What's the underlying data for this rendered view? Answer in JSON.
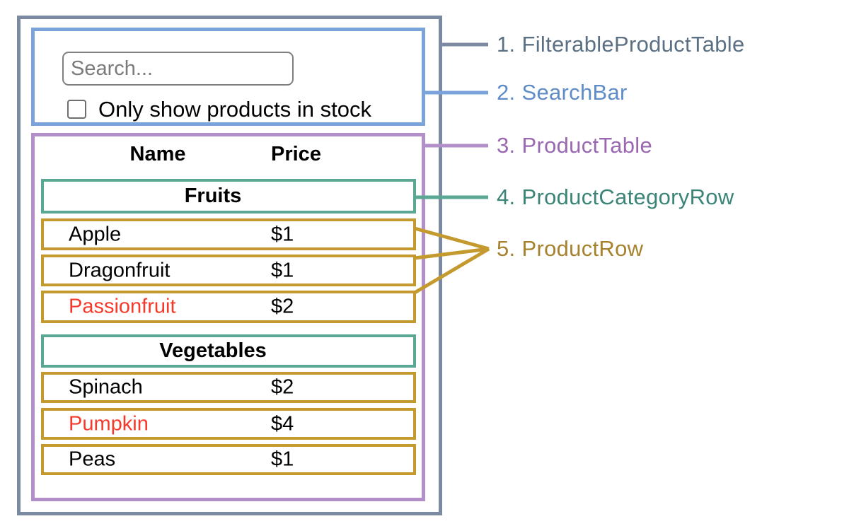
{
  "colors": {
    "filterable_product_table": "#7b8aa1",
    "search_bar": "#79a3d9",
    "product_table": "#b38fc9",
    "product_category_row": "#5aa794",
    "product_row": "#c49a2f",
    "legend_text": {
      "filterable_product_table": "#5c7084",
      "search_bar": "#5e8cc9",
      "product_table": "#9a67b1",
      "product_category_row": "#3a8577",
      "product_row": "#a6822d"
    },
    "out_of_stock_text": "#f5392a",
    "in_stock_text": "#000000"
  },
  "search_bar": {
    "input_placeholder": "Search...",
    "input_value": "",
    "checkbox_checked": false,
    "checkbox_label": "Only show products in stock"
  },
  "product_table": {
    "headers": {
      "name": "Name",
      "price": "Price"
    },
    "sections": [
      {
        "category": "Fruits",
        "rows": [
          {
            "name": "Apple",
            "price": "$1",
            "stocked": true
          },
          {
            "name": "Dragonfruit",
            "price": "$1",
            "stocked": true
          },
          {
            "name": "Passionfruit",
            "price": "$2",
            "stocked": false
          }
        ]
      },
      {
        "category": "Vegetables",
        "rows": [
          {
            "name": "Spinach",
            "price": "$2",
            "stocked": true
          },
          {
            "name": "Pumpkin",
            "price": "$4",
            "stocked": false
          },
          {
            "name": "Peas",
            "price": "$1",
            "stocked": true
          }
        ]
      }
    ]
  },
  "legend": {
    "items": [
      {
        "number": "1.",
        "label": "FilterableProductTable"
      },
      {
        "number": "2.",
        "label": "SearchBar"
      },
      {
        "number": "3.",
        "label": "ProductTable"
      },
      {
        "number": "4.",
        "label": "ProductCategoryRow"
      },
      {
        "number": "5.",
        "label": "ProductRow"
      }
    ]
  }
}
